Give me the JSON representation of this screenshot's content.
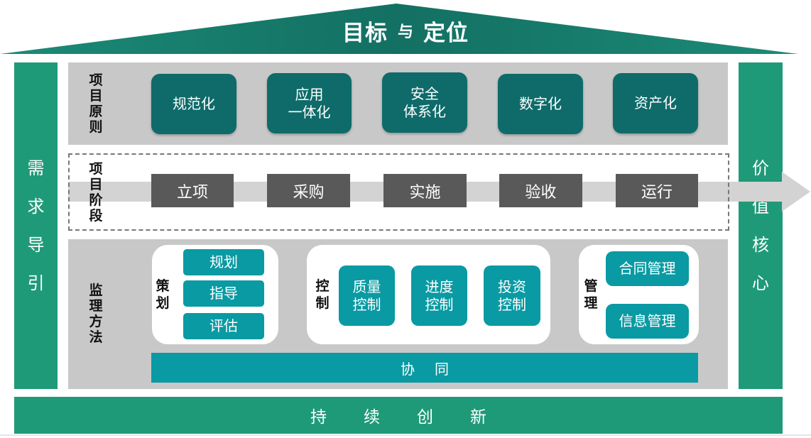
{
  "roof": {
    "title_left": "目标",
    "connector": "与",
    "title_right": "定位"
  },
  "left_pillar": {
    "chars": [
      "需",
      "求",
      "导",
      "引"
    ]
  },
  "right_pillar": {
    "chars": [
      "价",
      "值",
      "核",
      "心"
    ]
  },
  "foundation": {
    "label": "持续创新"
  },
  "principles": {
    "label_chars": [
      "项",
      "目",
      "原",
      "则"
    ],
    "items": [
      {
        "line1": "规范化",
        "line2": ""
      },
      {
        "line1": "应用",
        "line2": "一体化"
      },
      {
        "line1": "安全",
        "line2": "体系化"
      },
      {
        "line1": "数字化",
        "line2": ""
      },
      {
        "line1": "资产化",
        "line2": ""
      }
    ]
  },
  "stages": {
    "label_chars": [
      "项",
      "目",
      "阶",
      "段"
    ],
    "items": [
      "立项",
      "采购",
      "实施",
      "验收",
      "运行"
    ]
  },
  "methods": {
    "label_chars": [
      "监",
      "理",
      "方",
      "法"
    ],
    "planning": {
      "label_chars": [
        "策",
        "划"
      ],
      "items": [
        "规划",
        "指导",
        "评估"
      ]
    },
    "control": {
      "label_chars": [
        "控",
        "制"
      ],
      "items": [
        {
          "line1": "质量",
          "line2": "控制"
        },
        {
          "line1": "进度",
          "line2": "控制"
        },
        {
          "line1": "投资",
          "line2": "控制"
        }
      ]
    },
    "management": {
      "label_chars": [
        "管",
        "理"
      ],
      "items": [
        "合同管理",
        "信息管理"
      ]
    },
    "collaboration": "协同"
  },
  "colors": {
    "roof": "#1a7a6e",
    "pillar": "#1f9a78",
    "principle_box": "#0e6b6a",
    "stage_box": "#595959",
    "method_box": "#0a9aa3",
    "section_gray": "#c8c8c8"
  }
}
